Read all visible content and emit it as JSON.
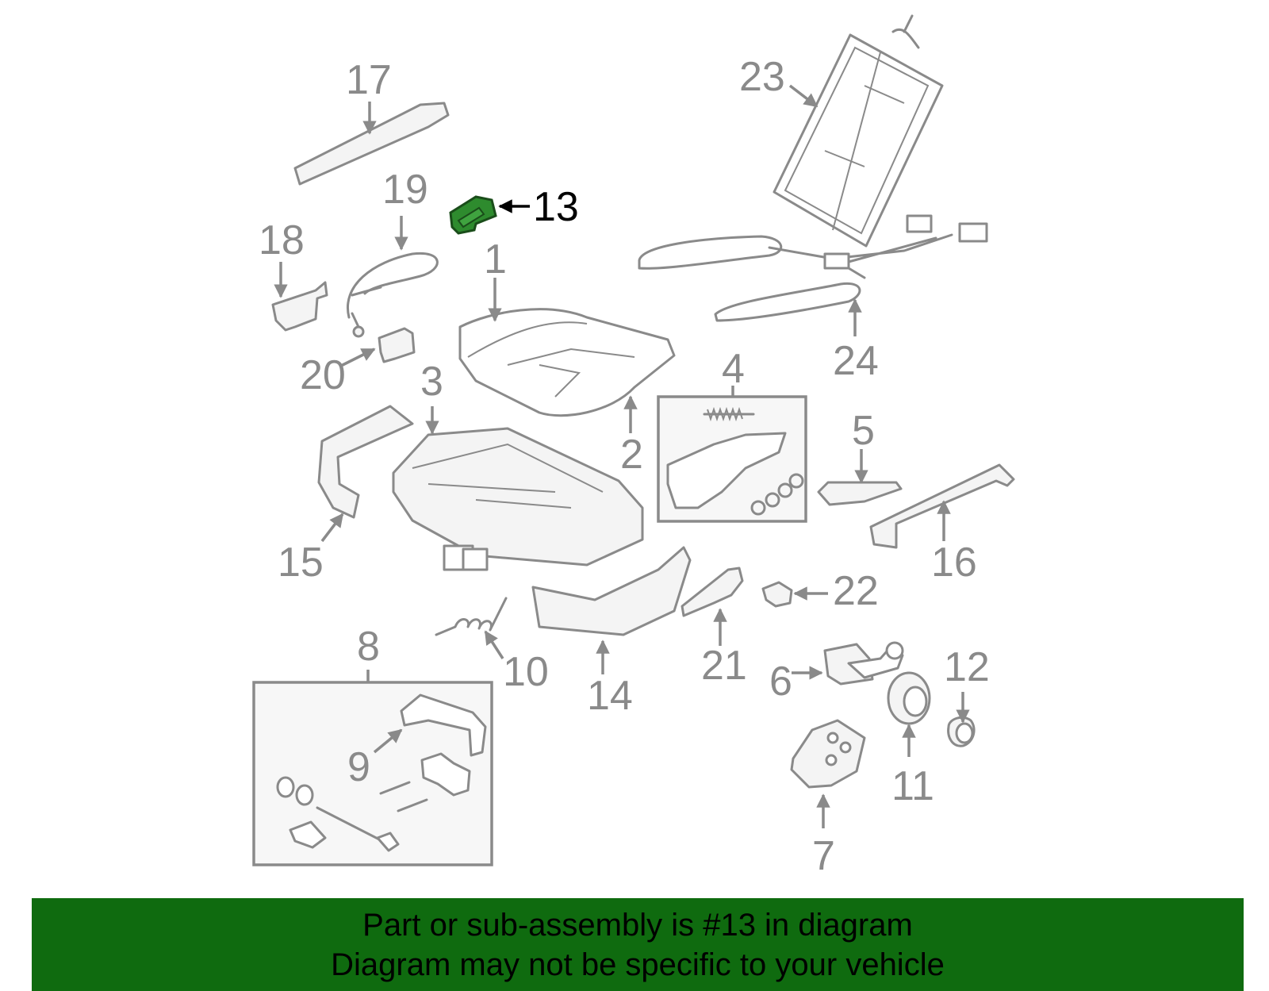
{
  "diagram": {
    "highlighted_part": "13",
    "highlight_color": "#2e8b2e",
    "callouts": [
      "1",
      "2",
      "3",
      "4",
      "5",
      "6",
      "7",
      "8",
      "9",
      "10",
      "11",
      "12",
      "13",
      "14",
      "15",
      "16",
      "17",
      "18",
      "19",
      "20",
      "21",
      "22",
      "23",
      "24"
    ]
  },
  "banner": {
    "background_color": "#0f6b0f",
    "line1": "Part or sub-assembly is #13 in diagram",
    "line2": "Diagram may not be specific to your vehicle"
  }
}
